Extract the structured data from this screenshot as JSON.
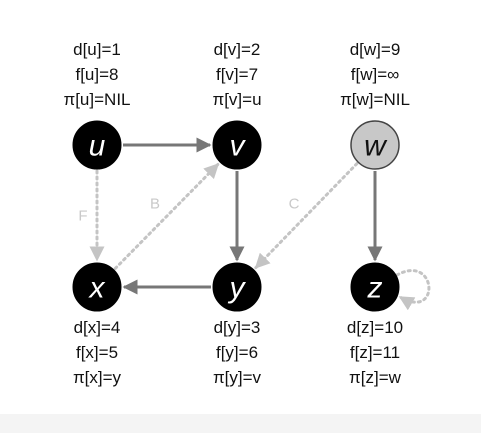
{
  "colors": {
    "node_black": "#000000",
    "node_gray": "#c8c8c8",
    "tree_edge": "#777777",
    "nontree_edge": "#c4c4c4",
    "text": "#111111"
  },
  "nodes": [
    {
      "id": "u",
      "label": "u",
      "fill": "black",
      "annotations": [
        "d[u]=1",
        "f[u]=8",
        "π[u]=NIL"
      ]
    },
    {
      "id": "v",
      "label": "v",
      "fill": "black",
      "annotations": [
        "d[v]=2",
        "f[v]=7",
        "π[v]=u"
      ]
    },
    {
      "id": "w",
      "label": "w",
      "fill": "gray",
      "annotations": [
        "d[w]=9",
        "f[w]=∞",
        "π[w]=NIL"
      ]
    },
    {
      "id": "x",
      "label": "x",
      "fill": "black",
      "annotations": [
        "d[x]=4",
        "f[x]=5",
        "π[x]=y"
      ]
    },
    {
      "id": "y",
      "label": "y",
      "fill": "black",
      "annotations": [
        "d[y]=3",
        "f[y]=6",
        "π[y]=v"
      ]
    },
    {
      "id": "z",
      "label": "z",
      "fill": "black",
      "annotations": [
        "d[z]=10",
        "f[z]=11",
        "π[z]=w"
      ]
    }
  ],
  "edges": [
    {
      "from": "u",
      "to": "v",
      "style": "tree",
      "label": ""
    },
    {
      "from": "v",
      "to": "y",
      "style": "tree",
      "label": ""
    },
    {
      "from": "y",
      "to": "x",
      "style": "tree",
      "label": ""
    },
    {
      "from": "w",
      "to": "z",
      "style": "tree",
      "label": ""
    },
    {
      "from": "u",
      "to": "x",
      "style": "dotted",
      "label": "F"
    },
    {
      "from": "x",
      "to": "v",
      "style": "dotted",
      "label": "B"
    },
    {
      "from": "w",
      "to": "y",
      "style": "dotted",
      "label": "C"
    },
    {
      "from": "z",
      "to": "z",
      "style": "dotted",
      "label": ""
    }
  ]
}
